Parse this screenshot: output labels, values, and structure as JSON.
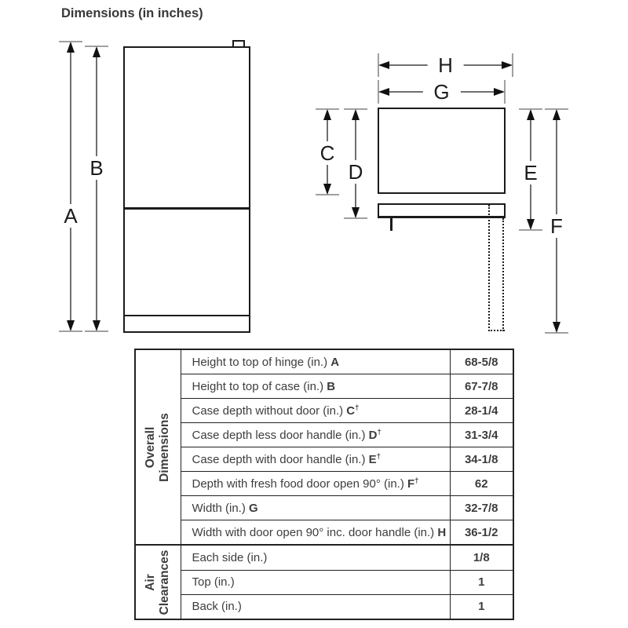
{
  "title": "Dimensions (in inches)",
  "dims": {
    "a": "A",
    "b": "B",
    "c": "C",
    "d": "D",
    "e": "E",
    "f": "F",
    "g": "G",
    "h": "H"
  },
  "table": {
    "groups": [
      {
        "line1": "Overall",
        "line2": "Dimensions"
      },
      {
        "line1": "Air",
        "line2": "Clearances"
      }
    ],
    "rows": [
      {
        "desc": "Height to top of hinge (in.)",
        "letter": "A",
        "sup": "",
        "value": "68-5/8"
      },
      {
        "desc": "Height to top of case (in.)",
        "letter": "B",
        "sup": "",
        "value": "67-7/8"
      },
      {
        "desc": "Case depth without door (in.)",
        "letter": "C",
        "sup": "†",
        "value": "28-1/4"
      },
      {
        "desc": "Case depth less door handle (in.)",
        "letter": "D",
        "sup": "†",
        "value": "31-3/4"
      },
      {
        "desc": "Case depth with door handle (in.)",
        "letter": "E",
        "sup": "†",
        "value": "34-1/8"
      },
      {
        "desc": "Depth with fresh food door open 90° (in.)",
        "letter": "F",
        "sup": "†",
        "value": "62"
      },
      {
        "desc": "Width (in.)",
        "letter": "G",
        "sup": "",
        "value": "32-7/8"
      },
      {
        "desc": "Width with door open 90° inc. door handle (in.)",
        "letter": "H",
        "sup": "",
        "value": "36-1/2"
      },
      {
        "desc": "Each side (in.)",
        "letter": "",
        "sup": "",
        "value": "1/8"
      },
      {
        "desc": "Top (in.)",
        "letter": "",
        "sup": "",
        "value": "1"
      },
      {
        "desc": "Back (in.)",
        "letter": "",
        "sup": "",
        "value": "1"
      }
    ]
  },
  "colors": {
    "line": "#1b1b1b",
    "tick": "#a0a0a0",
    "text": "#3d3d3d"
  }
}
